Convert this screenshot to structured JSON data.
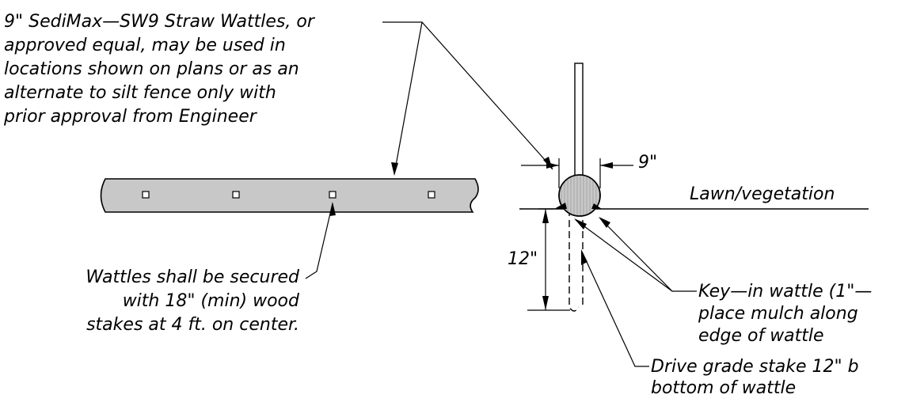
{
  "notes": {
    "wattle_material": [
      "9\" SediMax—SW9 Straw Wattles, or",
      "approved equal, may be used in",
      "locations shown on plans or as an",
      "alternate to silt fence only with",
      "prior approval from Engineer"
    ],
    "stakes": [
      "Wattles shall be secured",
      "with 18\" (min) wood",
      "stakes at 4 ft. on center."
    ],
    "key_in": [
      "Key—in wattle (1\"—",
      "place mulch along",
      "edge of wattle"
    ],
    "drive_stake": [
      "Drive grade stake 12\" b",
      "bottom of wattle"
    ]
  },
  "dimensions": {
    "wattle_diameter": "9\"",
    "stake_depth": "12\""
  },
  "ground_label": "Lawn/vegetation",
  "colors": {
    "wattle_fill": "#c8c8c8",
    "line": "#000000"
  }
}
